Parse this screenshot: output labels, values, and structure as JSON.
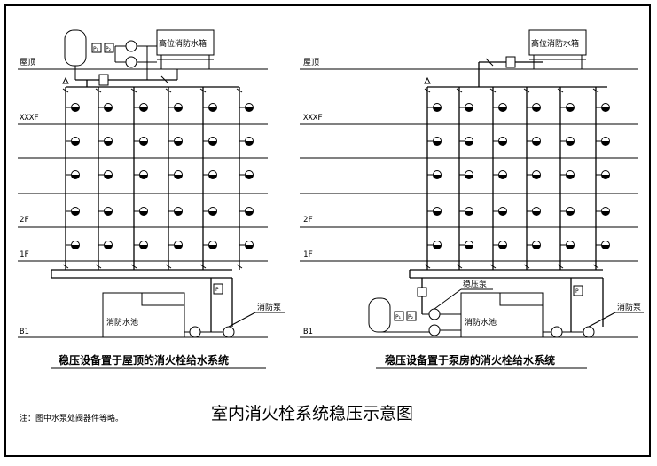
{
  "labels": {
    "roof": "屋顶",
    "xxxf": "XXXF",
    "f2": "2F",
    "f1": "1F",
    "b1": "B1",
    "tank": "高位消防水箱",
    "pool": "消防水池",
    "pump": "消防泵",
    "booster": "稳压泵",
    "p": "P",
    "p1": "P₁",
    "p2": "P₂"
  },
  "captions": {
    "left": "稳压设备置于屋顶的消火栓给水系统",
    "right": "稳压设备置于泵房的消火栓给水系统"
  },
  "title": "室内消火栓系统稳压示意图",
  "note": "注：图中水泵处阀器件等略。"
}
